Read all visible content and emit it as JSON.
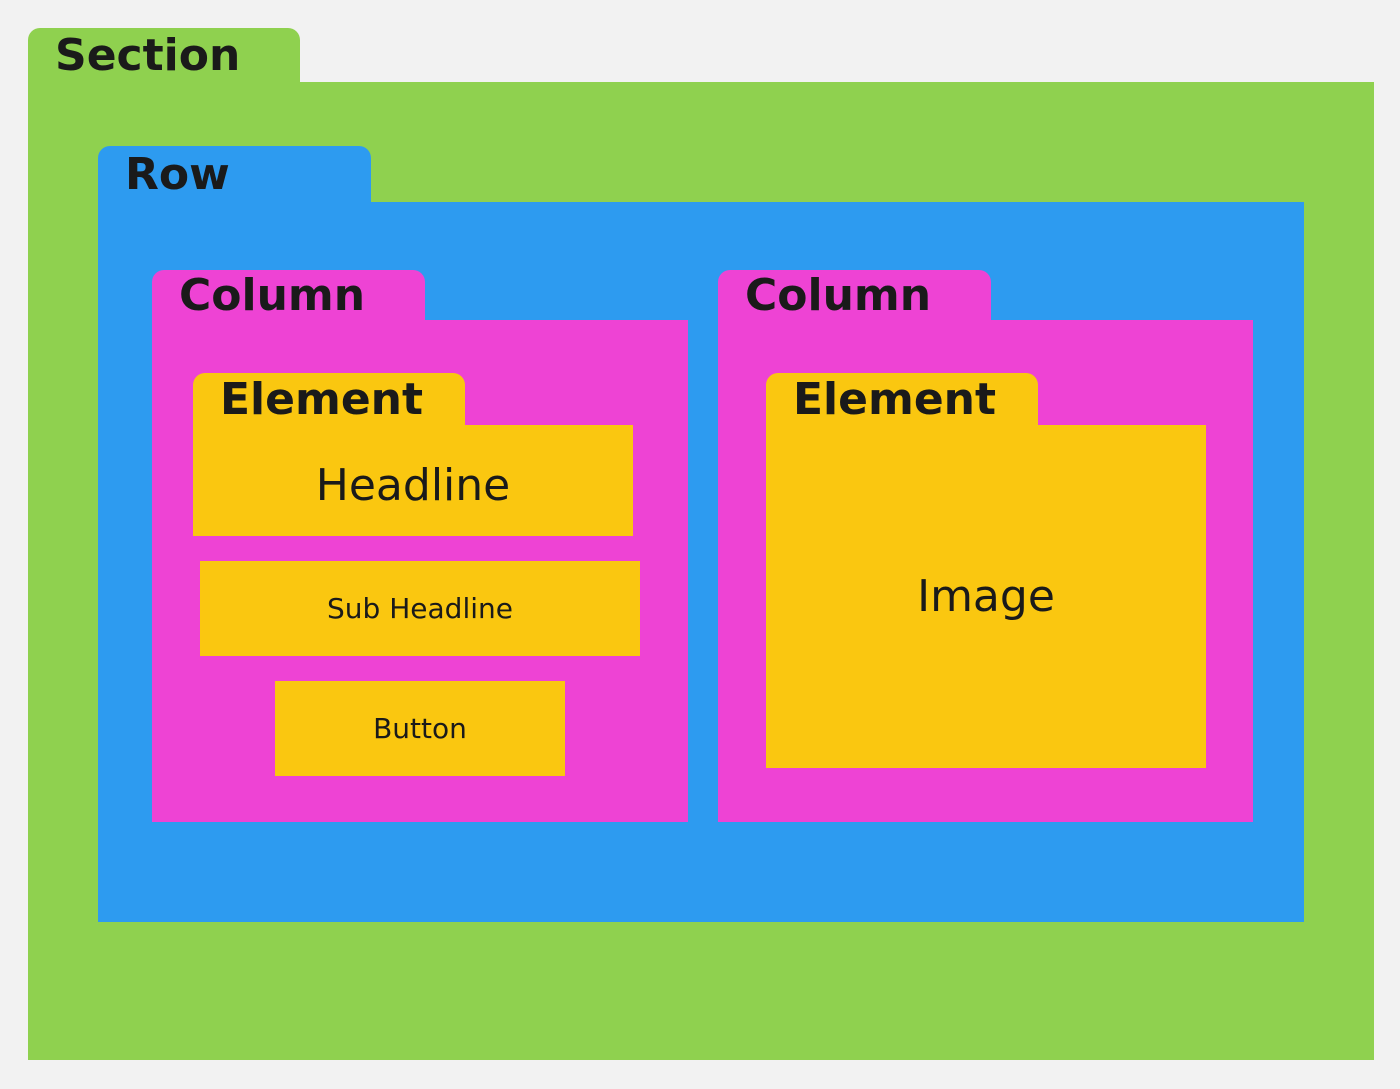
{
  "colors": {
    "section": "#8fd14f",
    "row": "#2d9bf0",
    "column": "#ee43d4",
    "element": "#fac710",
    "background": "#f2f2f2",
    "text": "#1a1a1a"
  },
  "section": {
    "label": "Section"
  },
  "row": {
    "label": "Row"
  },
  "columns": [
    {
      "label": "Column",
      "element": {
        "label": "Element",
        "content": "Headline"
      },
      "items": [
        "Sub Headline",
        "Button"
      ]
    },
    {
      "label": "Column",
      "element": {
        "label": "Element",
        "content": "Image"
      }
    }
  ]
}
